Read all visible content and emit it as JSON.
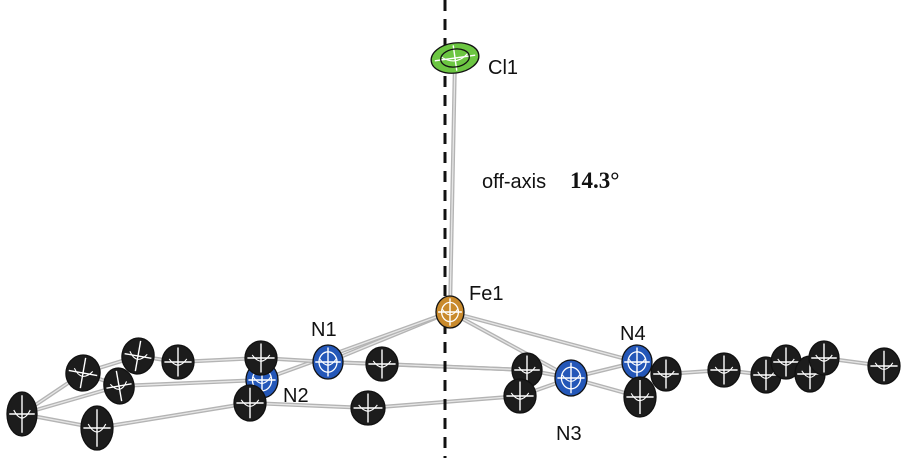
{
  "labels": {
    "cl1": "Cl1",
    "fe1": "Fe1",
    "n1": "N1",
    "n2": "N2",
    "n3": "N3",
    "n4": "N4",
    "off_axis_text": "off-axis",
    "off_axis_value": "14.3°"
  },
  "colors": {
    "background": "#ffffff",
    "bond": "#b4b4b4",
    "axis_line": "#111111",
    "carbon": "#1c1c1c",
    "nitrogen": "#2457b8",
    "iron": "#c98a2c",
    "chlorine": "#6cc642"
  }
}
